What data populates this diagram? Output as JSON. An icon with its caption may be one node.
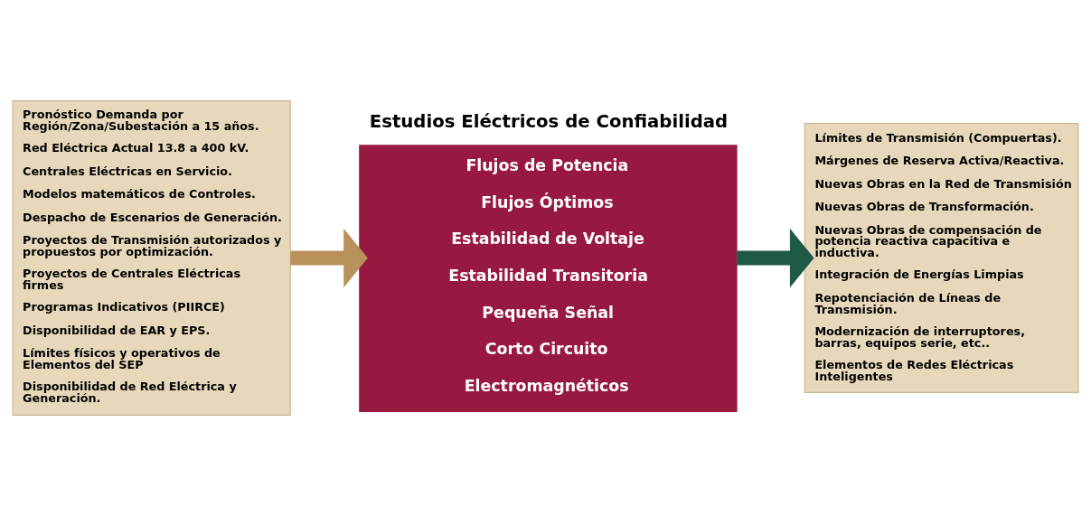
{
  "diagram": {
    "nodes": [
      {
        "text": [
          "Pronóstico Demanda por Región/Zona/Subestación a 15 años.",
          "Red Eléctrica Actual 13.8 a 400 kV.",
          "Centrales Eléctricas en Servicio.",
          "Modelos matemáticos de Controles.",
          "Despacho de Escenarios de Generación.",
          "Proyectos de Transmisión autorizados y propuestos por optimización.",
          "Proyectos de Centrales Eléctricas firmes",
          "Programas Indicativos (PIIRCE)",
          "Disponibilidad de EAR y EPS.",
          "Límites físicos y operativos de Elementos del SEP",
          "Disponibilidad de Red Eléctrica y Generación."
        ]
      },
      {
        "text": [
          "Estudios Eléctricos de Confiabilidad",
          "Flujos de Potencia",
          "Flujos Óptimos",
          "Estabilidad de Voltaje",
          "Estabilidad Transitoria",
          "Pequeña Señal",
          "Corto Circuito",
          "Electromagnéticos"
        ]
      },
      {
        "text": [
          "Límites de Transmisión (Compuertas).",
          "Márgenes de Reserva Activa/Reactiva.",
          "Nuevas Obras en la Red de Transmisión",
          "Nuevas Obras de Transformación.",
          "Nuevas Obras de compensación de potencia reactiva capacitiva e inductiva.",
          "Integración de Energías Limpias",
          "Repotenciación de Líneas de Transmisión.",
          "Modernización de interruptores, barras, equipos serie, etc..",
          "Elementos de Redes Eléctricas Inteligentes"
        ]
      }
    ],
    "edges": [
      {
        "from": 0,
        "to": 1,
        "arrow": "to",
        "color": "#b8925a"
      },
      {
        "from": 1,
        "to": 2,
        "arrow": "to",
        "color": "#1f5a47"
      }
    ]
  }
}
